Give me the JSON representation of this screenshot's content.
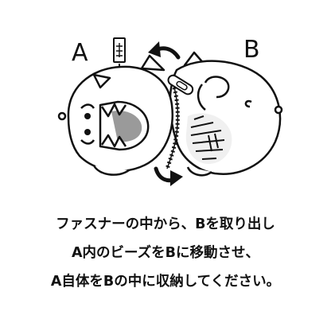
{
  "figure": {
    "label_a": "A",
    "label_b": "B",
    "arrow_top_icon": "curved-arrow-left-icon",
    "arrow_bottom_icon": "curved-arrow-right-icon",
    "zipper_icon": "zipper-icon",
    "tag_icon": "hang-tag-icon"
  },
  "instructions": {
    "line1": "ファスナーの中から、Bを取り出し",
    "line2": "A内のビーズをBに移動させ、",
    "line3": "A自体をBの中に収納してください。"
  }
}
